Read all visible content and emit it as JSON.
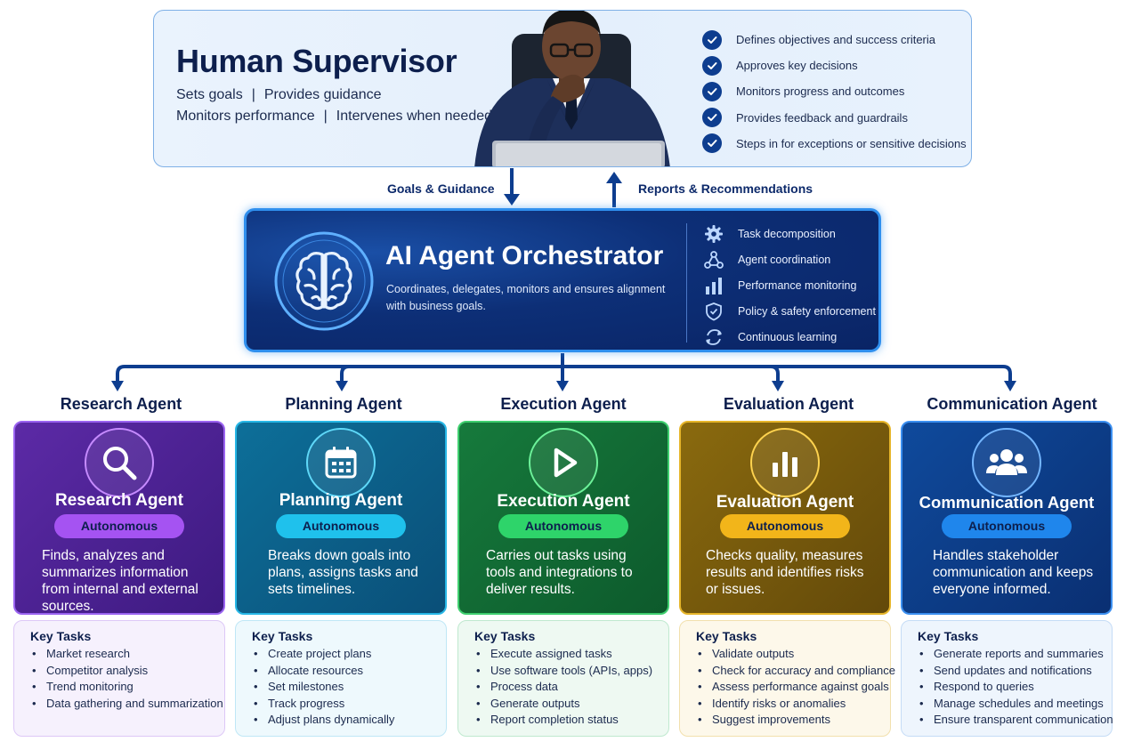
{
  "supervisor": {
    "title": "Human Supervisor",
    "line1": [
      "Sets goals",
      "Provides guidance"
    ],
    "line2": [
      "Monitors performance",
      "Intervenes when needed"
    ],
    "separator": "|",
    "checklist": [
      "Defines objectives and success criteria",
      "Approves key decisions",
      "Monitors progress and outcomes",
      "Provides feedback and guardrails",
      "Steps in for exceptions or sensitive decisions"
    ]
  },
  "flows": {
    "down_label": "Goals & Guidance",
    "up_label": "Reports & Recommendations"
  },
  "orchestrator": {
    "title": "AI Agent Orchestrator",
    "description": "Coordinates, delegates, monitors and ensures alignment with business goals.",
    "capabilities": [
      {
        "label": "Task decomposition",
        "icon": "gear-icon"
      },
      {
        "label": "Agent coordination",
        "icon": "network-icon"
      },
      {
        "label": "Performance monitoring",
        "icon": "bar-chart-icon"
      },
      {
        "label": "Policy & safety enforcement",
        "icon": "shield-icon"
      },
      {
        "label": "Continuous learning",
        "icon": "cycle-icon"
      }
    ]
  },
  "agents": [
    {
      "heading": "Research Agent",
      "name": "Research Agent",
      "badge": "Autonomous",
      "description": "Finds, analyzes and summarizes information from internal and external sources.",
      "icon": "search-icon",
      "colors": {
        "bg_from": "#5c2aa6",
        "bg_to": "#3d1a80",
        "border": "#9a63f0",
        "badge": "#a553f2",
        "ring": "#c68bff",
        "task_bg": "#f6f1fd",
        "task_border": "#ddc8f7"
      },
      "tasks_title": "Key Tasks",
      "tasks": [
        "Market research",
        "Competitor analysis",
        "Trend monitoring",
        "Data gathering and summarization"
      ]
    },
    {
      "heading": "Planning Agent",
      "name": "Planning Agent",
      "badge": "Autonomous",
      "description": "Breaks down goals into plans, assigns tasks and sets timelines.",
      "icon": "calendar-icon",
      "colors": {
        "bg_from": "#0d6f99",
        "bg_to": "#0a4f78",
        "border": "#27b7e6",
        "badge": "#1fc1ec",
        "ring": "#5fd8f8",
        "task_bg": "#eef9fd",
        "task_border": "#bfe7f6"
      },
      "tasks_title": "Key Tasks",
      "tasks": [
        "Create project plans",
        "Allocate resources",
        "Set milestones",
        "Track progress",
        "Adjust plans dynamically"
      ]
    },
    {
      "heading": "Execution Agent",
      "name": "Execution Agent",
      "badge": "Autonomous",
      "description": "Carries out tasks using tools and integrations to deliver results.",
      "icon": "play-icon",
      "colors": {
        "bg_from": "#167a3c",
        "bg_to": "#0d5a2c",
        "border": "#3fcf6f",
        "badge": "#2ed46a",
        "ring": "#6df29a",
        "task_bg": "#eef9f2",
        "task_border": "#bfe9cf"
      },
      "tasks_title": "Key Tasks",
      "tasks": [
        "Execute assigned tasks",
        "Use software tools (APIs, apps)",
        "Process data",
        "Generate outputs",
        "Report completion status"
      ]
    },
    {
      "heading": "Evaluation Agent",
      "name": "Evaluation Agent",
      "badge": "Autonomous",
      "description": "Checks quality, measures results and identifies risks or issues.",
      "icon": "bar-chart-icon",
      "colors": {
        "bg_from": "#8a6a0e",
        "bg_to": "#63490a",
        "border": "#e6b52a",
        "badge": "#f2b51a",
        "ring": "#ffd34f",
        "task_bg": "#fdf8ea",
        "task_border": "#f2e0ad"
      },
      "tasks_title": "Key Tasks",
      "tasks": [
        "Validate outputs",
        "Check for accuracy and compliance",
        "Assess performance against goals",
        "Identify risks or anomalies",
        "Suggest improvements"
      ]
    },
    {
      "heading": "Communication Agent",
      "name": "Communication Agent",
      "badge": "Autonomous",
      "description": "Handles stakeholder communication and keeps everyone informed.",
      "icon": "people-icon",
      "colors": {
        "bg_from": "#0f4a9c",
        "bg_to": "#0a2f72",
        "border": "#3b8ff0",
        "badge": "#1f86ec",
        "ring": "#74b6ff",
        "task_bg": "#eef5fd",
        "task_border": "#c5dcf6"
      },
      "tasks_title": "Key Tasks",
      "tasks": [
        "Generate reports and summaries",
        "Send updates and notifications",
        "Respond to queries",
        "Manage schedules and meetings",
        "Ensure transparent communication"
      ]
    }
  ]
}
